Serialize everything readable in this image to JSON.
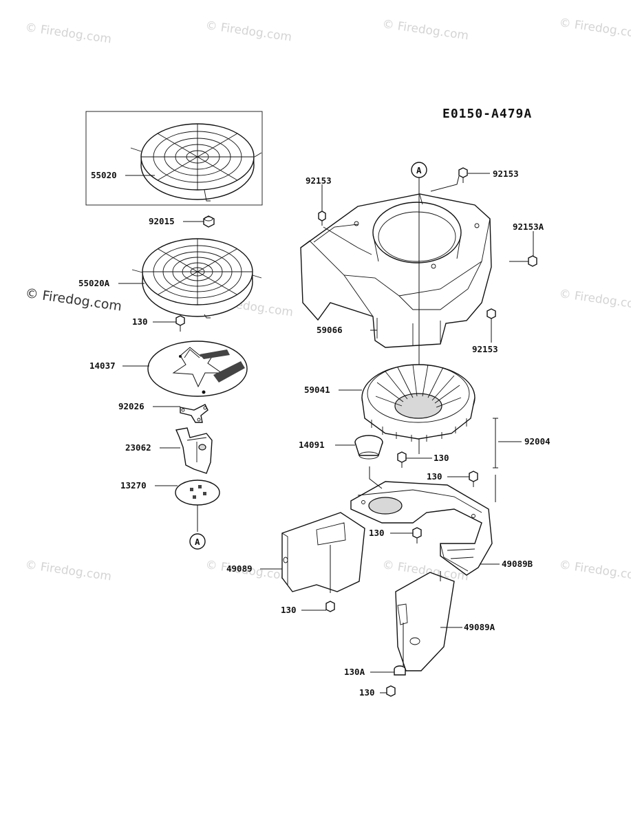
{
  "diagram_code": "E0150-A479A",
  "watermark": "© Firedog.com",
  "callouts": {
    "a_top": "A",
    "a_bottom": "A"
  },
  "labels": {
    "l55020": "55020",
    "l92015": "92015",
    "l55020a": "55020A",
    "l130_a": "130",
    "l14037": "14037",
    "l92026": "92026",
    "l23062": "23062",
    "l13270": "13270",
    "l92153_tl": "92153",
    "l92153_tr": "92153",
    "l92153a": "92153A",
    "l59066": "59066",
    "l92153_r": "92153",
    "l59041": "59041",
    "l92004": "92004",
    "l14091": "14091",
    "l130_b": "130",
    "l130_c": "130",
    "l130_d": "130",
    "l49089": "49089",
    "l49089b": "49089B",
    "l130_e": "130",
    "l49089a": "49089A",
    "l130a": "130A",
    "l130_f": "130"
  }
}
